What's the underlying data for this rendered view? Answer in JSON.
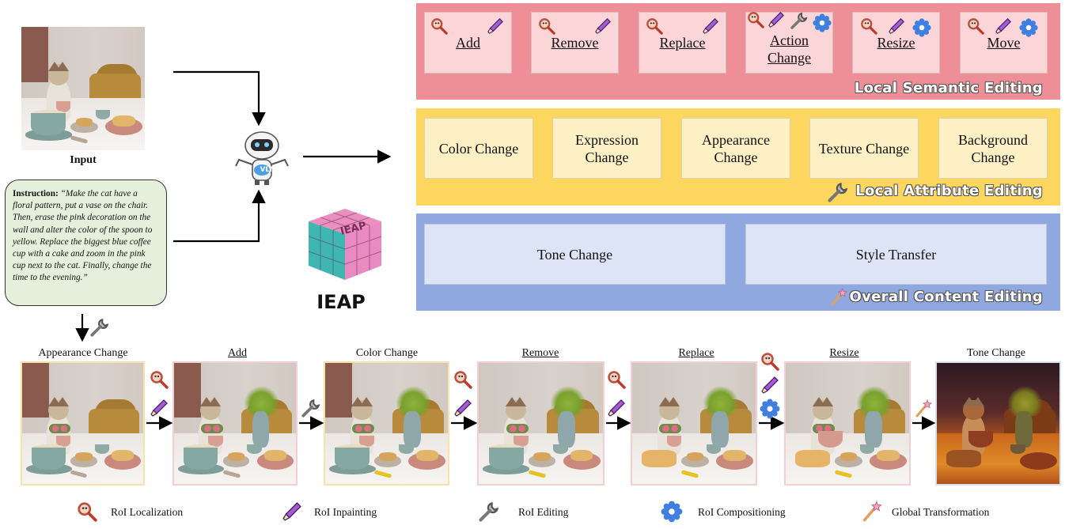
{
  "input": {
    "caption": "Input"
  },
  "instruction": {
    "label": "Instruction:",
    "text": "“Make the cat have a floral pattern, put a vase on the chair. Then, erase the pink decoration on the wall and alter the color of the spoon to yellow. Replace the biggest blue coffee cup with a cake and zoom in the pink cup next to the cat. Finally, change the time to the evening.”"
  },
  "agent": {
    "badge": "VLM",
    "brand": "IEAP",
    "cube_text": "IEAP"
  },
  "panels": {
    "local_semantic": {
      "title": "Local Semantic Editing",
      "color": "#ee8f98",
      "cards": [
        {
          "label": "Add",
          "icons": [
            "magnifier-icon",
            "brush-icon"
          ]
        },
        {
          "label": "Remove",
          "icons": [
            "magnifier-icon",
            "brush-icon"
          ]
        },
        {
          "label": "Replace",
          "icons": [
            "magnifier-icon",
            "brush-icon"
          ]
        },
        {
          "label1": "Action",
          "label2": "Change",
          "icons": [
            "magnifier-icon",
            "brush-icon",
            "wrench-icon",
            "gear-icon"
          ]
        },
        {
          "label": "Resize",
          "icons": [
            "magnifier-icon",
            "brush-icon",
            "gear-icon"
          ]
        },
        {
          "label": "Move",
          "icons": [
            "magnifier-icon",
            "brush-icon",
            "gear-icon"
          ]
        }
      ]
    },
    "local_attribute": {
      "title": "Local Attribute Editing",
      "color": "#fcd65e",
      "cards": [
        {
          "l1": "Color Change",
          "l2": ""
        },
        {
          "l1": "Expression",
          "l2": "Change"
        },
        {
          "l1": "Appearance",
          "l2": "Change"
        },
        {
          "l1": "Texture Change",
          "l2": ""
        },
        {
          "l1": "Background",
          "l2": "Change"
        }
      ]
    },
    "overall_content": {
      "title": "Overall Content Editing",
      "color": "#8fa9e0",
      "cards": [
        {
          "label": "Tone Change"
        },
        {
          "label": "Style Transfer"
        }
      ]
    }
  },
  "pipeline": [
    {
      "label": "Appearance Change",
      "underline": false
    },
    {
      "label": "Add",
      "underline": true
    },
    {
      "label": "Color Change",
      "underline": false
    },
    {
      "label": "Remove",
      "underline": true
    },
    {
      "label": "Replace",
      "underline": true
    },
    {
      "label": "Resize",
      "underline": true
    },
    {
      "label": "Tone Change",
      "underline": false
    }
  ],
  "legend": [
    {
      "icon": "magnifier-icon",
      "label": "RoI Localization"
    },
    {
      "icon": "brush-icon",
      "label": "RoI Inpainting"
    },
    {
      "icon": "wrench-icon",
      "label": "RoI Editing"
    },
    {
      "icon": "gear-icon",
      "label": "RoI Compositioning"
    },
    {
      "icon": "wand-icon",
      "label": "Global Transformation"
    }
  ]
}
